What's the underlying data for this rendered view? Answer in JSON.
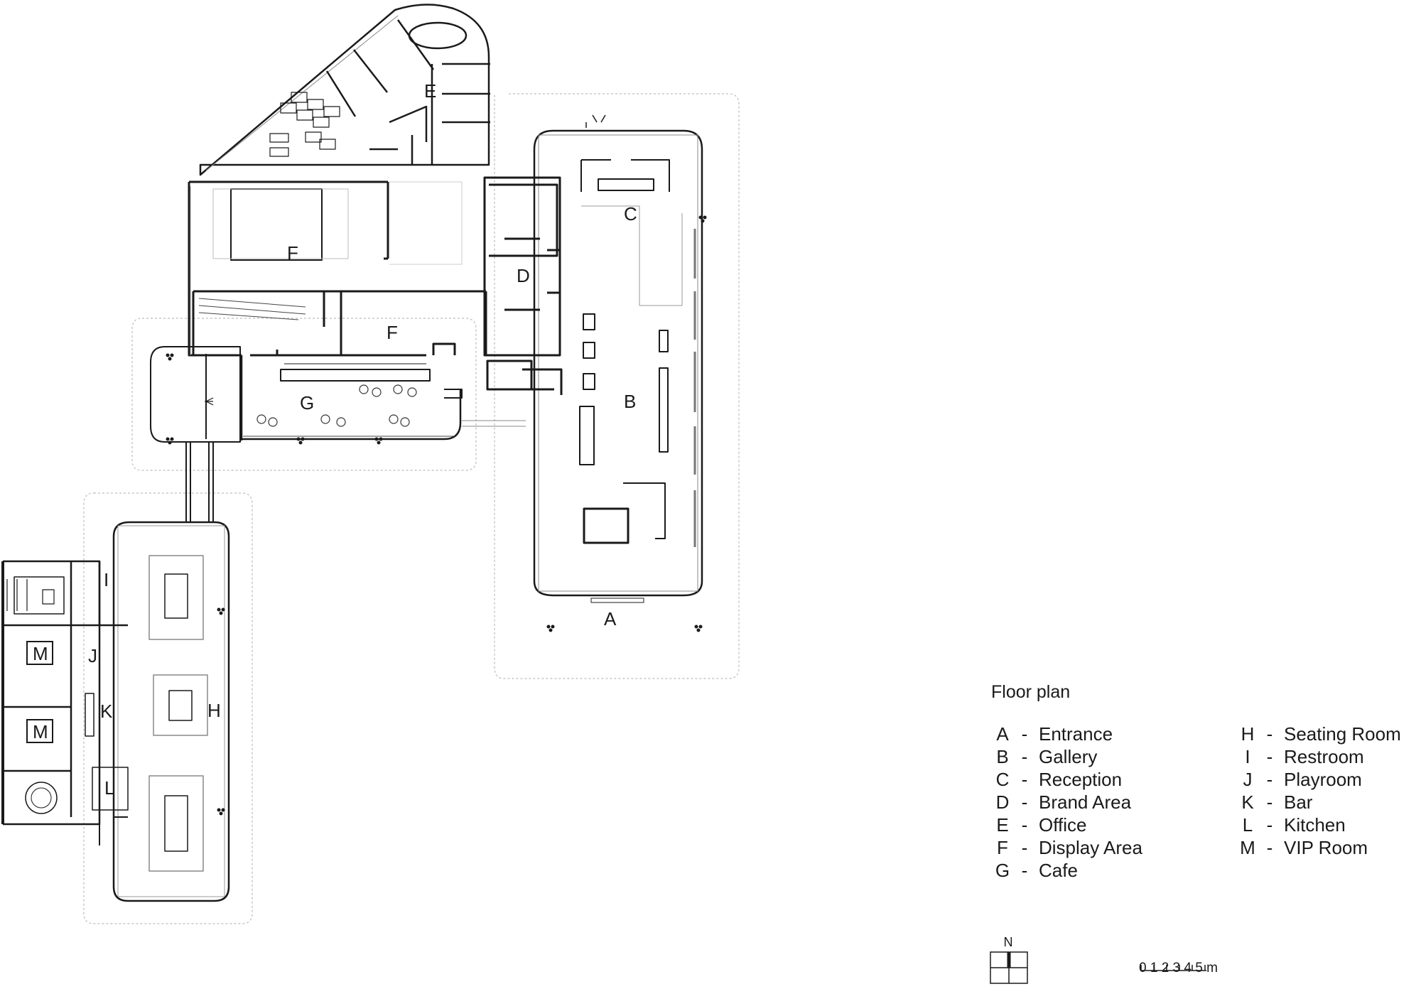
{
  "title": "Floor plan",
  "legend": {
    "left": [
      {
        "key": "A",
        "name": "Entrance"
      },
      {
        "key": "B",
        "name": "Gallery"
      },
      {
        "key": "C",
        "name": "Reception"
      },
      {
        "key": "D",
        "name": "Brand Area"
      },
      {
        "key": "E",
        "name": "Office"
      },
      {
        "key": "F",
        "name": "Display Area"
      },
      {
        "key": "G",
        "name": "Cafe"
      }
    ],
    "right": [
      {
        "key": "H",
        "name": "Seating Room"
      },
      {
        "key": "I",
        "name": "Restroom"
      },
      {
        "key": "J",
        "name": "Playroom"
      },
      {
        "key": "K",
        "name": "Bar"
      },
      {
        "key": "L",
        "name": "Kitchen"
      },
      {
        "key": "M",
        "name": "VIP Room"
      }
    ],
    "separator": "-"
  },
  "room_labels": {
    "A": "A",
    "B": "B",
    "C": "C",
    "D": "D",
    "E": "E",
    "F1": "F",
    "F2": "F",
    "G": "G",
    "H": "H",
    "I": "I",
    "J": "J",
    "K": "K",
    "L": "L",
    "M1": "M",
    "M2": "M"
  },
  "north_arrow": {
    "label": "N"
  },
  "scale_bar": {
    "label": "0 1 2 3 4 5 m"
  },
  "colors": {
    "wall": "#1a1a1a",
    "line": "#555555",
    "faint": "#bbbbbb",
    "background": "#ffffff"
  }
}
